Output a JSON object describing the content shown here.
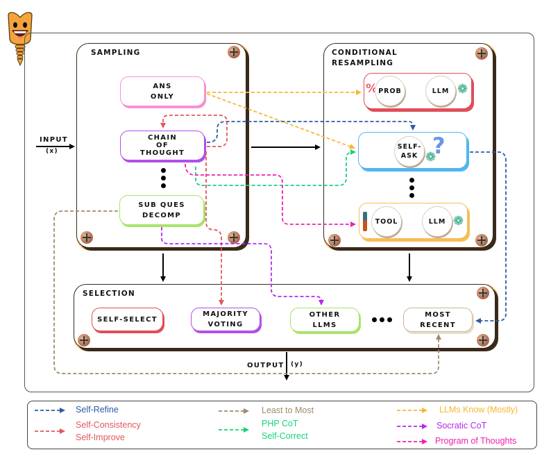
{
  "panels": {
    "sampling": {
      "title": "SAMPLING"
    },
    "conditional_resampling": {
      "title_line1": "CONDITIONAL",
      "title_line2": "RESAMPLING"
    },
    "selection": {
      "title": "SELECTION"
    }
  },
  "sampling_nodes": {
    "ans_only": {
      "line1": "ANS",
      "line2": "ONLY"
    },
    "chain_of_thought": {
      "line1": "CHAIN",
      "line2": "OF",
      "line3": "THOUGHT"
    },
    "sub_ques_decomp": {
      "line1": "SUB QUES",
      "line2": "DECOMP"
    }
  },
  "resampling_nodes": {
    "prob_llm": {
      "prob": "PROB",
      "llm": "LLM",
      "icon": "percent-icon"
    },
    "self_ask": {
      "line1": "SELF-",
      "line2": "ASK",
      "icon": "question-mark-icon"
    },
    "tool_llm": {
      "tool": "TOOL",
      "llm": "LLM",
      "icon": "screwdriver-icon"
    }
  },
  "selection_nodes": {
    "self_select": "SELF-SELECT",
    "majority_voting": {
      "line1": "MAJORITY",
      "line2": "VOTING"
    },
    "other_llms": {
      "line1": "OTHER",
      "line2": "LLMS"
    },
    "most_recent": {
      "line1": "MOST",
      "line2": "RECENT"
    }
  },
  "io": {
    "input_label": "INPUT",
    "input_var": "(x)",
    "output_label": "OUTPUT",
    "output_var": "(y)"
  },
  "colors": {
    "self_refine": "#2b5ba3",
    "self_consistency": "#e0575d",
    "least_to_most": "#a08a6a",
    "php_cot": "#16d37b",
    "llms_know": "#f5b731",
    "socratic_cot": "#b827f0",
    "program_of_thoughts": "#f01fb0",
    "panel_shadow": "#f6c77a",
    "ans_only_border": "#f790d6",
    "cot_border": "#b24ee8",
    "sub_ques_border": "#a9e36b",
    "prob_border": "#de4f5a",
    "self_ask_border": "#4fb6f2",
    "tool_border": "#f5be55",
    "self_select_border": "#de4f5a",
    "majority_border": "#b24ee8",
    "other_llms_border": "#a9e36b",
    "most_recent_border": "#c9b59c"
  },
  "legend": [
    {
      "label": "Self-Refine",
      "color": "#2b5ba3"
    },
    {
      "label": "Self-Consistency",
      "label2": "Self-Improve",
      "color": "#e0575d"
    },
    {
      "label": "Least to Most",
      "color": "#a08a6a"
    },
    {
      "label": "PHP CoT",
      "label2": "Self-Correct",
      "color": "#16d37b"
    },
    {
      "label": "LLMs Know (Mostly)",
      "color": "#f5b731"
    },
    {
      "label": "Socratic CoT",
      "color": "#b827f0"
    },
    {
      "label": "Program of Thoughts",
      "color": "#f01fb0"
    }
  ]
}
